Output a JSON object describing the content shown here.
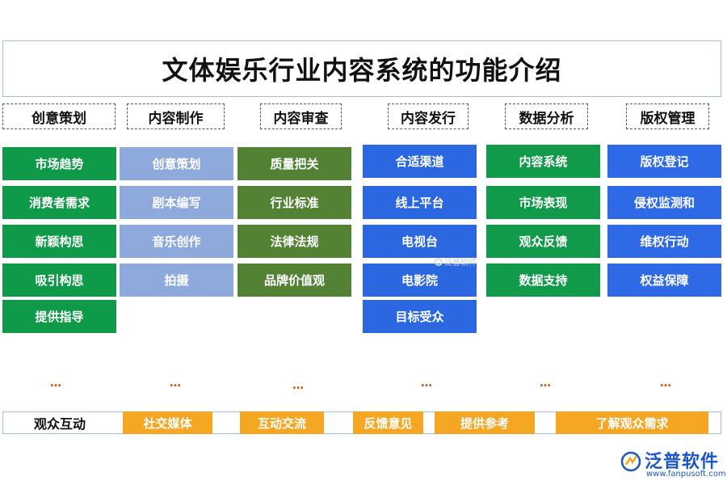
{
  "title": "文体娱乐行业内容系统的功能介绍",
  "categories": [
    {
      "label": "创意策划",
      "items": [
        "市场趋势",
        "消费者需求",
        "新颖构思",
        "吸引构思",
        "提供指导"
      ]
    },
    {
      "label": "内容制作",
      "items": [
        "创意策划",
        "剧本编写",
        "音乐创作",
        "拍摄"
      ]
    },
    {
      "label": "内容审查",
      "items": [
        "质量把关",
        "行业标准",
        "法律法规",
        "品牌价值观"
      ]
    },
    {
      "label": "内容发行",
      "items": [
        "合适渠道",
        "线上平台",
        "电视台",
        "电影院",
        "目标受众"
      ]
    },
    {
      "label": "数据分析",
      "items": [
        "内容系统",
        "市场表现",
        "观众反馈",
        "数据支持"
      ]
    },
    {
      "label": "版权管理",
      "items": [
        "版权登记",
        "侵权监测和",
        "维权行动",
        "权益保障"
      ]
    }
  ],
  "ellipsis": "…",
  "bottom": {
    "label": "观众互动",
    "tags": [
      "社交媒体",
      "互动交流",
      "反馈意见",
      "提供参考",
      "了解观众需求"
    ]
  },
  "watermark": "泛普软件",
  "logo": {
    "name": "泛普软件",
    "url": "www.fanpusoft.com"
  },
  "colors": {
    "green": "#0e9a48",
    "light_blue": "#8ea9db",
    "olive_green": "#548235",
    "blue": "#2b67e0",
    "orange": "#f5a623",
    "dots": "#c55a11"
  }
}
